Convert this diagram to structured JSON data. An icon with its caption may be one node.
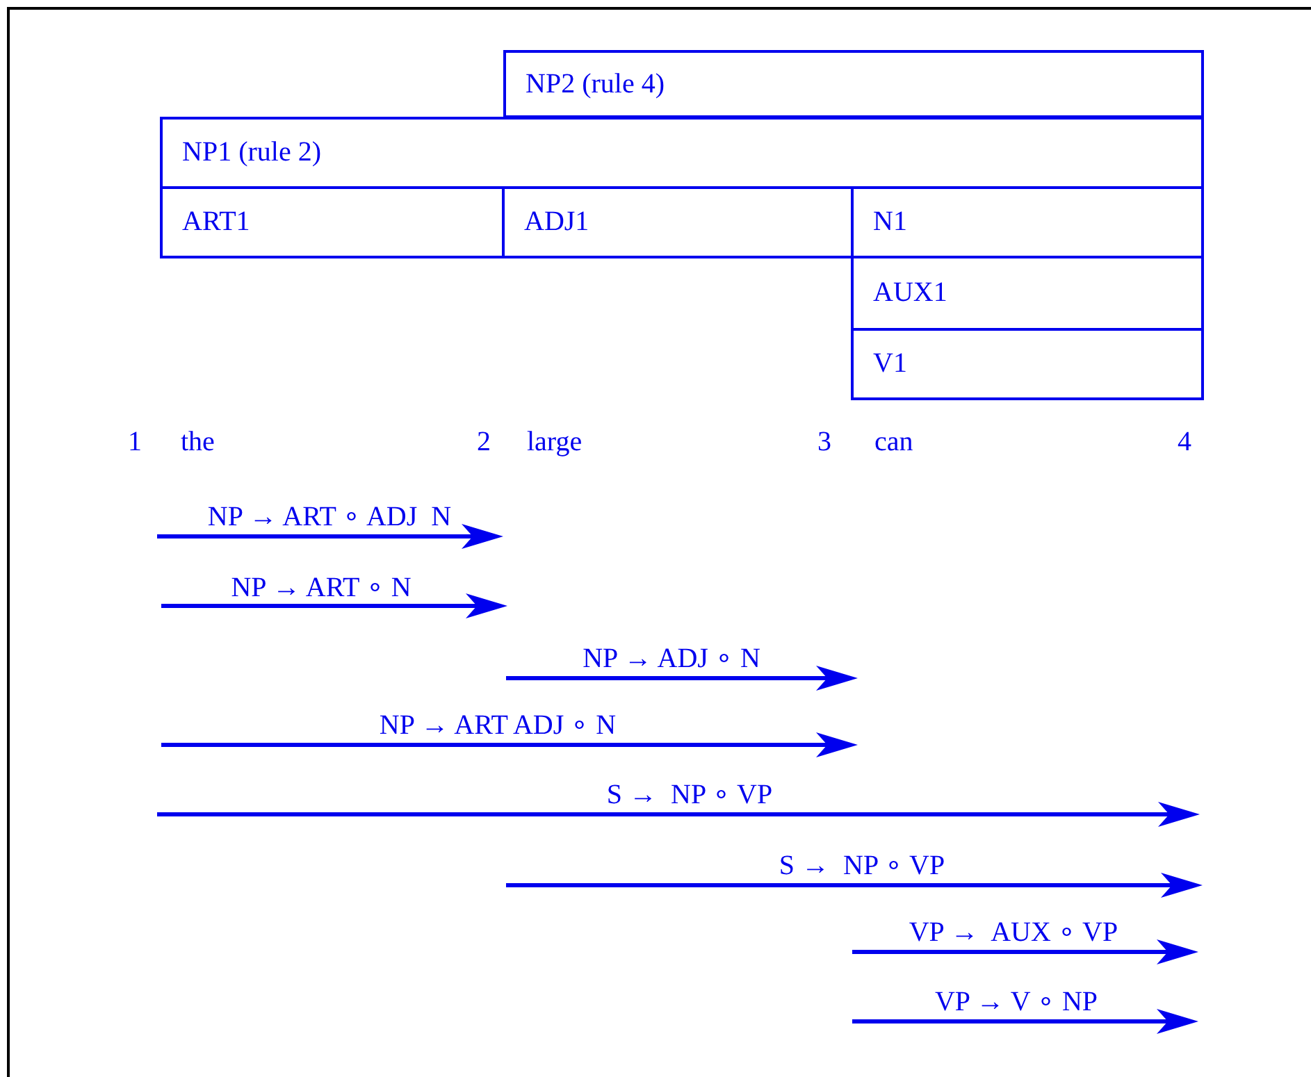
{
  "diagram": {
    "nodes": [
      {
        "text": [
          "NP2 (rule 4)"
        ]
      },
      {
        "text": [
          "NP1 (rule 2)"
        ]
      },
      {
        "text": [
          "ART1"
        ]
      },
      {
        "text": [
          "ADJ1"
        ]
      },
      {
        "text": [
          "N1"
        ]
      },
      {
        "text": [
          "AUX1"
        ]
      },
      {
        "text": [
          "V1"
        ]
      }
    ],
    "labels": [
      "1",
      "the",
      "2",
      "large",
      "3",
      "can",
      "4",
      "NP → ART ∘ ADJ  N",
      "NP → ART ∘ N",
      "NP → ADJ ∘ N",
      "NP → ART ADJ ∘ N",
      "S →  NP ∘ VP",
      "S →  NP ∘ VP",
      "VP →  AUX ∘ VP",
      "VP → V ∘ NP"
    ]
  }
}
